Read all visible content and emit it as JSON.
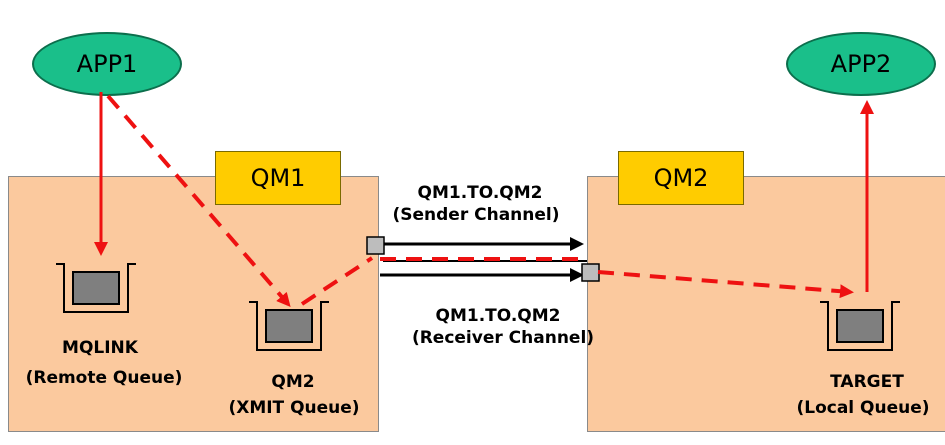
{
  "colors": {
    "app_fill": "#1abf8a",
    "qm_fill": "#fbc99e",
    "qm_label_fill": "#ffcc00",
    "flow_red": "#ee1111",
    "channel_black": "#000000",
    "queue_gray": "#7f7f7f"
  },
  "apps": {
    "app1": "APP1",
    "app2": "APP2"
  },
  "queue_managers": {
    "qm1": "QM1",
    "qm2": "QM2"
  },
  "channels": {
    "sender_name": "QM1.TO.QM2",
    "sender_type": "(Sender Channel)",
    "receiver_name": "QM1.TO.QM2",
    "receiver_type": "(Receiver Channel)"
  },
  "queues": {
    "remote_name": "MQLINK",
    "remote_type": "(Remote Queue)",
    "xmit_name": "QM2",
    "xmit_type": "(XMIT Queue)",
    "local_name": "TARGET",
    "local_type": "(Local Queue)"
  }
}
